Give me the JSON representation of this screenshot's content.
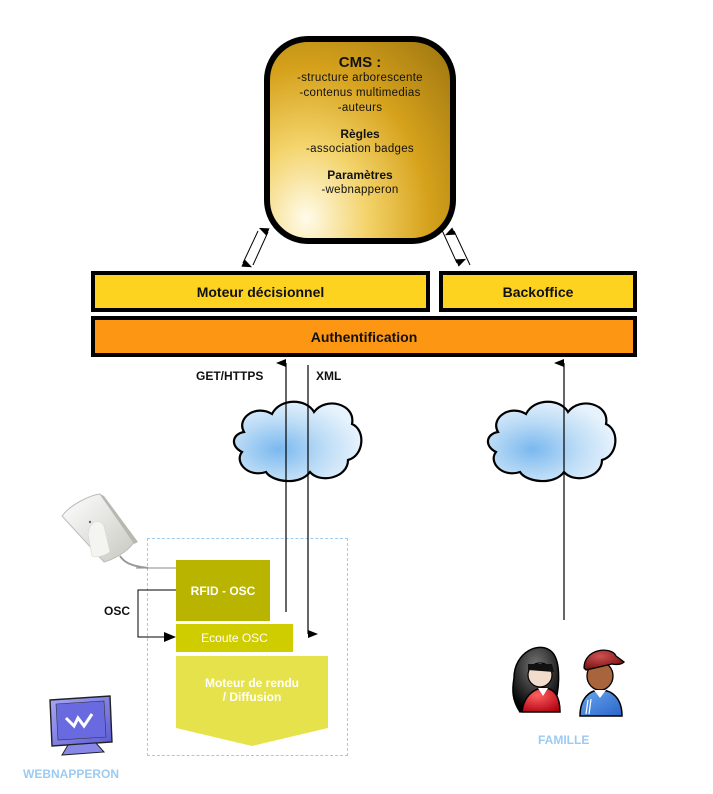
{
  "cms": {
    "title": "CMS :",
    "items": [
      "-structure arborescente",
      "-contenus multimedias",
      "-auteurs"
    ],
    "rules_title": "Règles",
    "rules_items": [
      "-association badges"
    ],
    "params_title": "Paramètres",
    "params_items": [
      "-webnapperon"
    ]
  },
  "layers": {
    "decision_engine": "Moteur décisionnel",
    "backoffice": "Backoffice",
    "authentication": "Authentification"
  },
  "protocols": {
    "request": "GET/HTTPS",
    "response": "XML",
    "osc": "OSC"
  },
  "webnapperon": {
    "rfid": "RFID - OSC",
    "listener": "Ecoute OSC",
    "render_engine_line1": "Moteur de rendu",
    "render_engine_line2": "/ Diffusion",
    "caption": "WEBNAPPERON"
  },
  "family": {
    "caption": "FAMILLE"
  },
  "icons": {
    "cloud": "cloud-icon",
    "rfid_reader": "rfid-reader-icon",
    "monitor": "monitor-icon",
    "family": "people-icon"
  },
  "colors": {
    "cms_gold": "#c8961a",
    "bar_yellow": "#fdd320",
    "bar_orange": "#fd9612",
    "rfid_olive": "#b8b400",
    "ecoute_yellow": "#cfcc00",
    "render_yellow": "#e6e24c",
    "caption_blue": "#9ccbf2"
  }
}
